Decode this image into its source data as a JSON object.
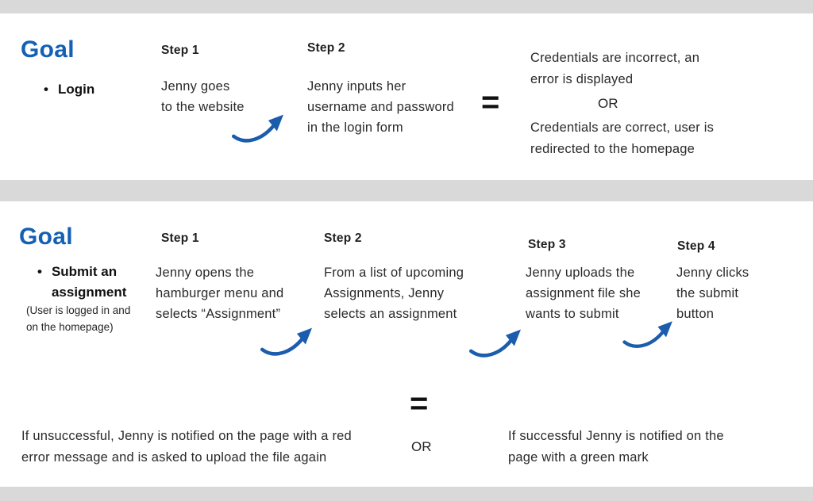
{
  "colors": {
    "accent_blue": "#1460b4",
    "arrow_blue": "#1b5cad",
    "bar_gray": "#d9d9d9",
    "text": "#242424"
  },
  "login_flow": {
    "goal_label": "Goal",
    "bullet": "•",
    "goal_item": "Login",
    "steps": [
      {
        "label": "Step 1",
        "text": "Jenny goes\nto the website"
      },
      {
        "label": "Step 2",
        "text": "Jenny inputs her\nusername and password\nin the login form"
      }
    ],
    "equals": "=",
    "outcome_fail": "Credentials are incorrect, an\nerror is  displayed",
    "or_label": "OR",
    "outcome_success": "Credentials are correct, user is\nredirected to the homepage"
  },
  "submit_flow": {
    "goal_label": "Goal",
    "bullet": "•",
    "goal_item": "Submit an\nassignment",
    "goal_note": "(User is logged in and\non the homepage)",
    "steps": [
      {
        "label": "Step 1",
        "text": "Jenny opens the\nhamburger menu and\nselects “Assignment”"
      },
      {
        "label": "Step 2",
        "text": "From a list of upcoming\nAssignments, Jenny\nselects an assignment"
      },
      {
        "label": "Step 3",
        "text": "Jenny uploads the\nassignment file she\nwants to submit"
      },
      {
        "label": "Step 4",
        "text": "Jenny clicks\nthe submit\nbutton"
      }
    ],
    "equals": "=",
    "or_label": "OR",
    "outcome_fail": "If unsuccessful, Jenny is notified on the page with a red\nerror message and is asked to upload the file again",
    "outcome_success": "If successful Jenny is notified on the\npage with a green mark"
  }
}
